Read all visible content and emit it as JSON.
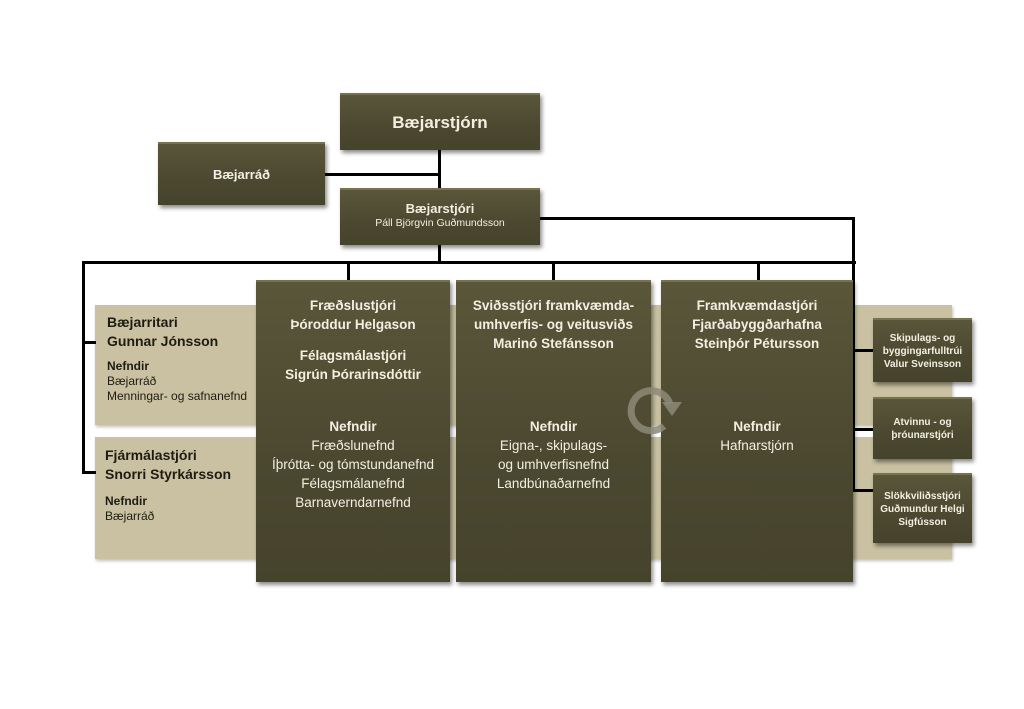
{
  "top": {
    "title": "Bæjarstjórn"
  },
  "council": {
    "title": "Bæjarráð"
  },
  "mayor": {
    "title": "Bæjarstjóri",
    "name": "Páll Björgvin Guðmundsson"
  },
  "left_units": [
    {
      "title": "Bæjarritari",
      "name": "Gunnar Jónsson",
      "committees_label": "Nefndir",
      "committees": [
        "Bæjarráð",
        "Menningar- og safnanefnd"
      ]
    },
    {
      "title": "Fjármálastjóri",
      "name": "Snorri Styrkársson",
      "committees_label": "Nefndir",
      "committees": [
        "Bæjarráð"
      ]
    }
  ],
  "divisions": [
    {
      "heads": [
        "Fræðslustjóri",
        "Þóroddur Helgason"
      ],
      "heads2": [
        "Félagsmálastjóri",
        "Sigrún Þórarinsdóttir"
      ],
      "committees_label": "Nefndir",
      "committees": [
        "Fræðslunefnd",
        "Íþrótta- og tómstundanefnd",
        "Félagsmálanefnd",
        "Barnaverndarnefnd"
      ]
    },
    {
      "heads": [
        "Sviðsstjóri framkvæmda-",
        "umhverfis- og veitusviðs",
        "Marinó Stefánsson"
      ],
      "committees_label": "Nefndir",
      "committees": [
        "Eigna-, skipulags-",
        "og umhverfisnefnd",
        "Landbúnaðarnefnd"
      ]
    },
    {
      "heads": [
        "Framkvæmdastjóri",
        "Fjarðabyggðarhafna",
        "Steinþór Pétursson"
      ],
      "committees_label": "Nefndir",
      "committees": [
        "Hafnarstjórn"
      ]
    }
  ],
  "right_units": [
    {
      "lines": [
        "Skipulags- og",
        "byggingarfulltrúi",
        "Valur Sveinsson"
      ]
    },
    {
      "lines": [
        "Atvinnu - og",
        "þróunarstjóri"
      ]
    },
    {
      "lines": [
        "Slökkviliðsstjóri",
        "Guðmundur Helgi",
        "Sigfússon"
      ]
    }
  ],
  "colors": {
    "box": "#4b4830",
    "band": "#c9c1a1",
    "text_light": "#f2efe2"
  }
}
